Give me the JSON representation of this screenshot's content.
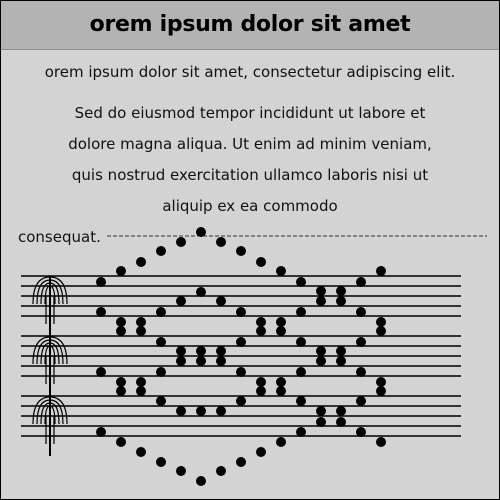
{
  "title": "orem ipsum dolor sit amet",
  "intro": "orem ipsum dolor sit amet, consectetur adipiscing elit.",
  "paragraph_lines": [
    "Sed do eiusmod tempor incididunt ut labore et",
    "dolore magna aliqua. Ut enim ad minim veniam,",
    "quis nostrud exercitation ullamco laboris nisi ut",
    "aliquip ex ea commodo"
  ],
  "trailing_text": "consequat.",
  "colors": {
    "background": "#d3d3d3",
    "title_bar": "#b3b3b3",
    "ink": "#000000"
  },
  "notation": {
    "staff_count": 3,
    "lines_per_staff": 5,
    "clef_icon": "ornamental-clef-icon",
    "note_columns": [
      {
        "dots": [
          0,
          0,
          1,
          1,
          2,
          2
        ]
      },
      {
        "dots": [
          0.5,
          0.5,
          1.5,
          1.5,
          2.5,
          2.5
        ]
      },
      {
        "dots": [
          1,
          1,
          2,
          2,
          3,
          3
        ]
      },
      {
        "dots": [
          1.5,
          1.5,
          2.5,
          2.5,
          3.5,
          3.5
        ]
      },
      {
        "dots": [
          2,
          2,
          3,
          3,
          4,
          4
        ]
      }
    ]
  }
}
